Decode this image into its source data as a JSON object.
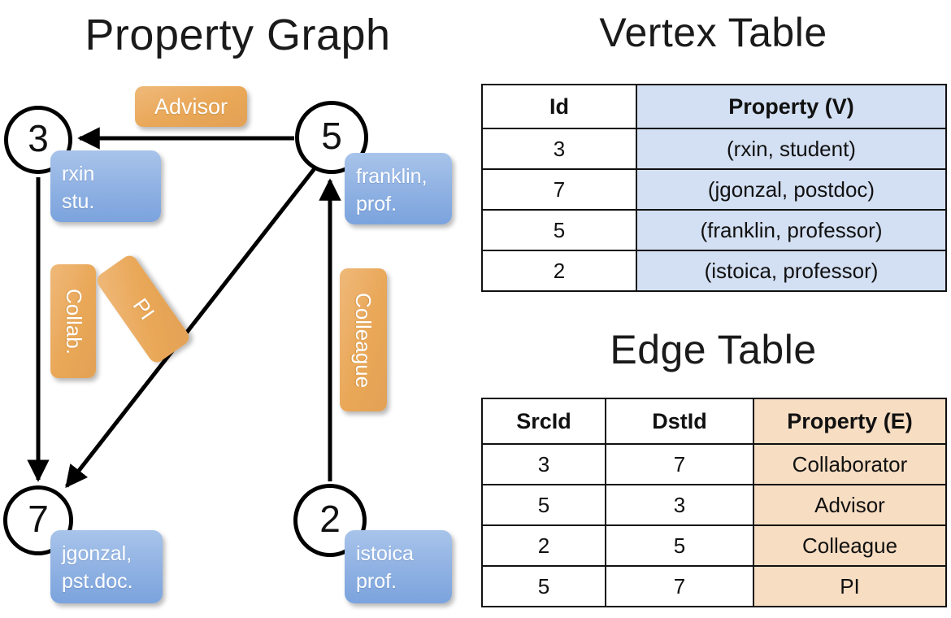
{
  "panels": {
    "graph_title": "Property Graph",
    "vertex_title": "Vertex Table",
    "edge_title": "Edge Table"
  },
  "graph": {
    "nodes": [
      {
        "id": "3",
        "property_label": "rxin\nstu."
      },
      {
        "id": "5",
        "property_label": "franklin,\nprof."
      },
      {
        "id": "7",
        "property_label": "jgonzal,\npst.doc."
      },
      {
        "id": "2",
        "property_label": "istoica\nprof."
      }
    ],
    "node_ids": {
      "n3": "3",
      "n5": "5",
      "n7": "7",
      "n2": "2"
    },
    "property_boxes": {
      "rxin_line1": "rxin",
      "rxin_line2": "stu.",
      "franklin_line1": "franklin,",
      "franklin_line2": "prof.",
      "jgonzal_line1": "jgonzal,",
      "jgonzal_line2": "pst.doc.",
      "istoica_line1": "istoica",
      "istoica_line2": "prof."
    },
    "edge_labels": {
      "advisor": "Advisor",
      "collab": "Collab.",
      "pi": "PI",
      "colleague": "Colleague"
    },
    "edges": [
      {
        "from": "5",
        "to": "3",
        "label": "Advisor"
      },
      {
        "from": "3",
        "to": "7",
        "label": "Collab."
      },
      {
        "from": "5",
        "to": "7",
        "label": "PI"
      },
      {
        "from": "2",
        "to": "5",
        "label": "Colleague"
      }
    ]
  },
  "vertex_table": {
    "headers": [
      "Id",
      "Property (V)"
    ],
    "rows": [
      {
        "id": "3",
        "property": "(rxin, student)"
      },
      {
        "id": "7",
        "property": "(jgonzal, postdoc)"
      },
      {
        "id": "5",
        "property": "(franklin, professor)"
      },
      {
        "id": "2",
        "property": "(istoica, professor)"
      }
    ]
  },
  "edge_table": {
    "headers": [
      "SrcId",
      "DstId",
      "Property (E)"
    ],
    "rows": [
      {
        "src": "3",
        "dst": "7",
        "property": "Collaborator"
      },
      {
        "src": "5",
        "dst": "3",
        "property": "Advisor"
      },
      {
        "src": "2",
        "dst": "5",
        "property": "Colleague"
      },
      {
        "src": "5",
        "dst": "7",
        "property": "PI"
      }
    ]
  },
  "colors": {
    "vertex_property_fill": "#d3dff2",
    "edge_property_fill": "#f7ddc2",
    "node_box_blue": "#8fb3e5",
    "edge_label_orange": "#e9a757",
    "stroke": "#111111",
    "background": "#ffffff"
  }
}
